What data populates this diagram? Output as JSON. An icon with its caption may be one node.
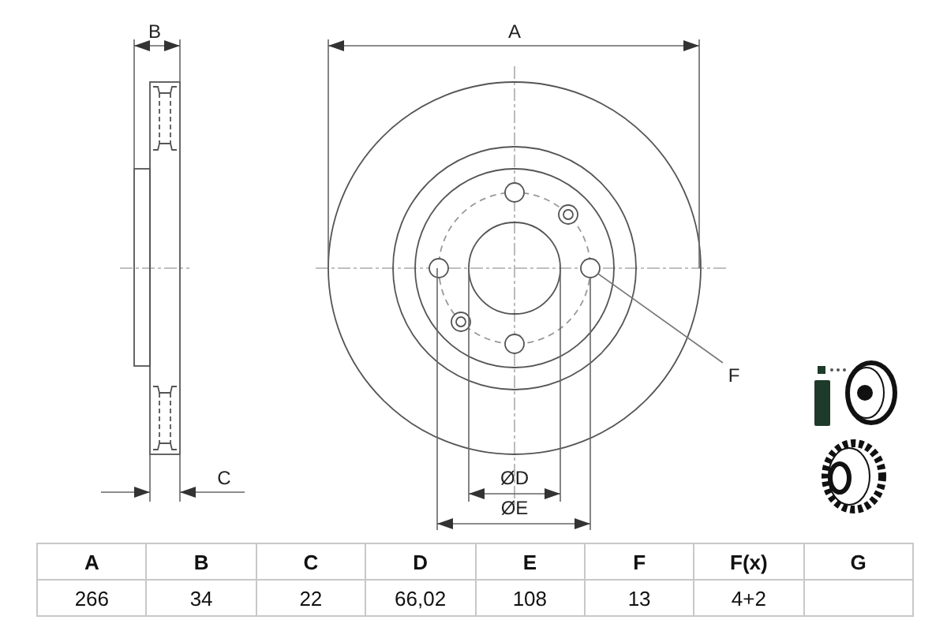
{
  "diagram": {
    "nodes": [
      {
        "text": [
          "F"
        ]
      },
      {
        "text": [],
        "shape": "circle"
      }
    ],
    "edges": [
      {
        "from": 0,
        "to": 1,
        "arrow": "none"
      }
    ],
    "labels": [
      "B",
      "A",
      "C",
      "ØD",
      "ØE",
      "A",
      "B",
      "C",
      "D",
      "E",
      "F",
      "F(x)",
      "G",
      "266",
      "34",
      "22",
      "66,02",
      "108",
      "13",
      "4+2"
    ]
  }
}
